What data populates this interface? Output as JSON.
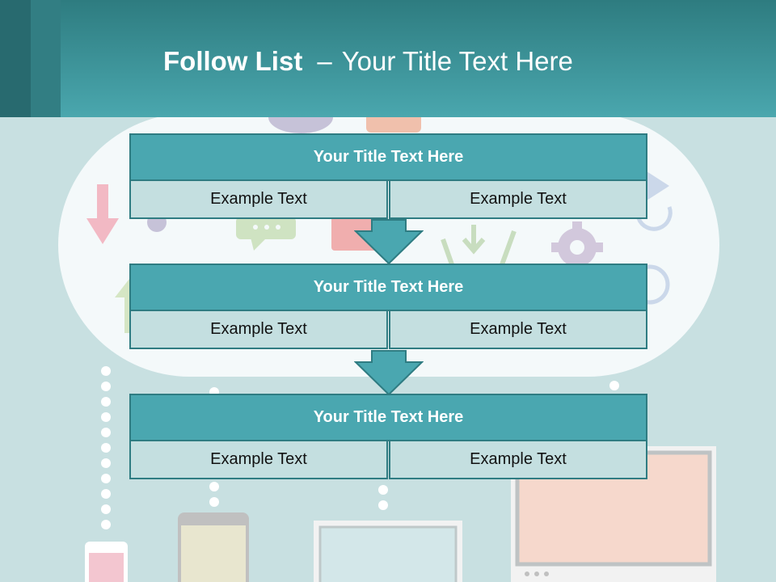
{
  "slide": {
    "title_bold": "Follow List",
    "title_sep": "–",
    "title_rest": "Your Title Text Here"
  },
  "steps": [
    {
      "title": "Your Title Text Here",
      "left": "Example Text",
      "right": "Example Text"
    },
    {
      "title": "Your Title Text Here",
      "left": "Example Text",
      "right": "Example Text"
    },
    {
      "title": "Your Title Text Here",
      "left": "Example Text",
      "right": "Example Text"
    }
  ],
  "colors": {
    "header_dark": "#2e7c80",
    "header_light": "#4aa7ae",
    "step_head": "#4aa7b0",
    "step_cell": "#c4dfe0",
    "border": "#2f7c82",
    "background": "#c8e0e1"
  }
}
